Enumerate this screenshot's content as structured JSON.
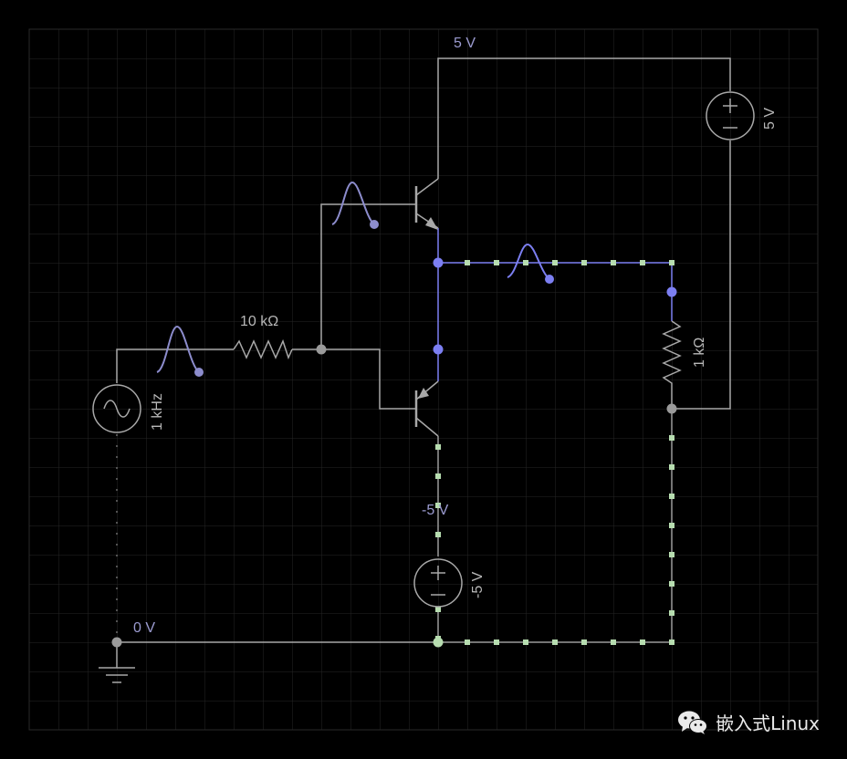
{
  "colors": {
    "background": "#000000",
    "grid": "#2a2a2a",
    "wire": "#a8a8a8",
    "wire_dim": "#6e6e6e",
    "current_dot": "#b7ddb0",
    "highlight": "#7c7ff2",
    "node": "#9a9a9a",
    "scope_trace": "#8c8ccc",
    "label": "#b8b8b8",
    "label_voltage": "#9b9bd0"
  },
  "labels": {
    "supply_top": "5 V",
    "supply_top_source": "5 V",
    "supply_bottom": "-5 V",
    "supply_bottom_source": "-5 V",
    "ground": "0 V",
    "resistor_input": "10 kΩ",
    "resistor_load": "1 kΩ",
    "signal_source": "1 kHz"
  },
  "watermark": {
    "text": "嵌入式Linux",
    "icon": "wechat-icon"
  }
}
